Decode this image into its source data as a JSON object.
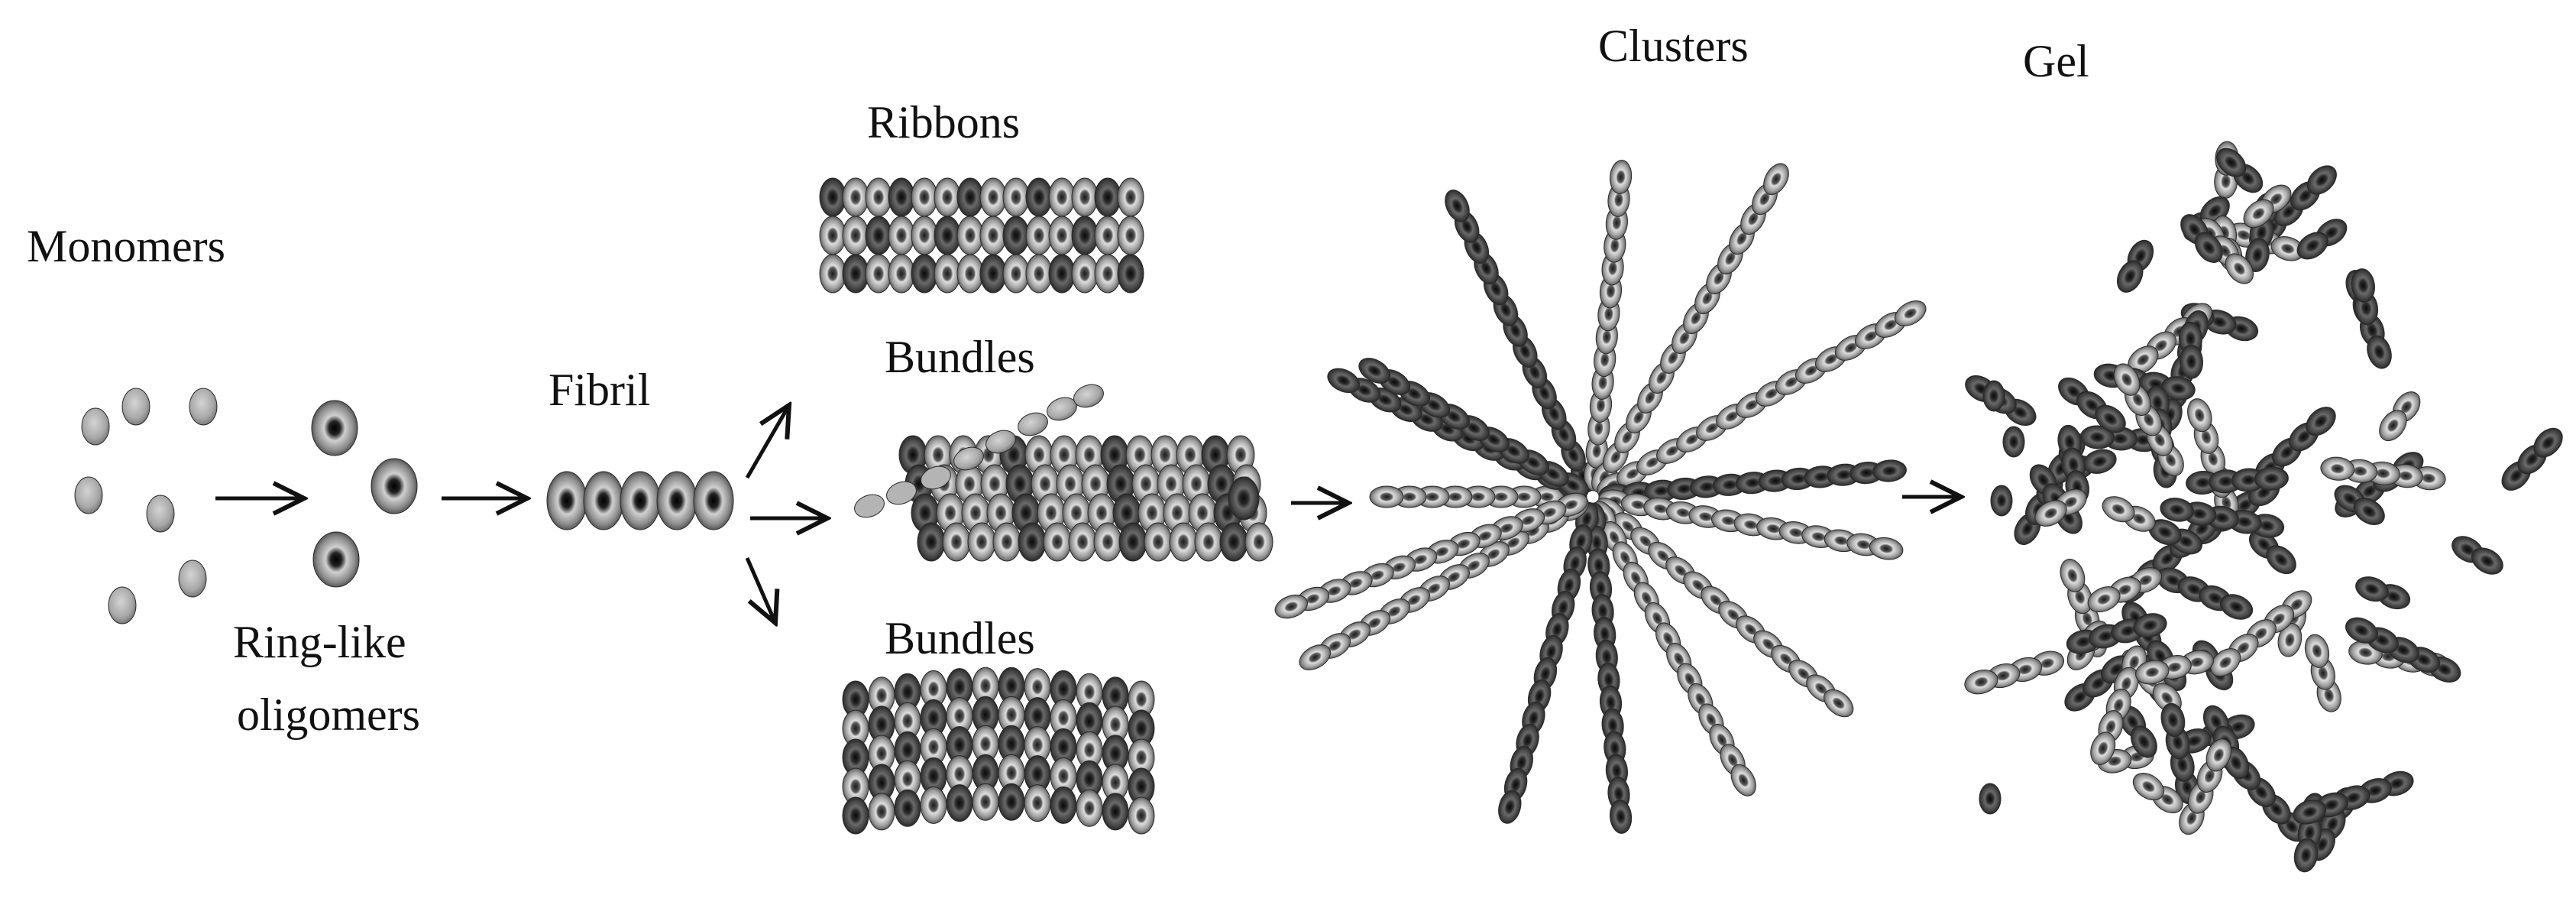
{
  "labels": {
    "monomers": "Monomers",
    "ring_like": "Ring-like",
    "oligomers": "oligomers",
    "fibril": "Fibril",
    "ribbons": "Ribbons",
    "bundles_top": "Bundles",
    "bundles_bottom": "Bundles",
    "clusters": "Clusters",
    "gel": "Gel"
  },
  "colors": {
    "background": "#ffffff",
    "text": "#111111",
    "arrow": "#111111",
    "monomer": "#a9a9a9",
    "light_bead": "#8d8d8d",
    "dark_bead": "#3a3a3a"
  }
}
